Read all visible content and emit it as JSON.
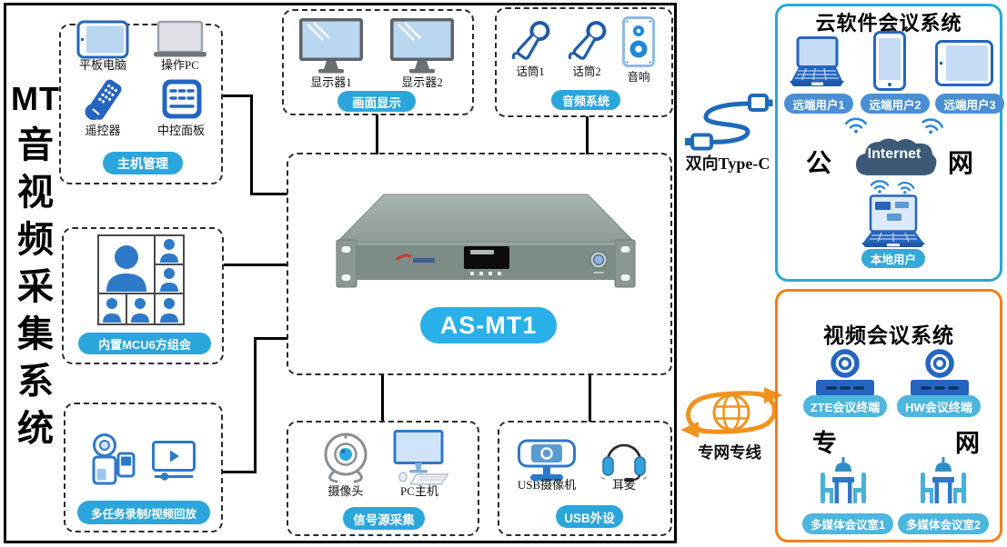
{
  "main": {
    "system_title_prefix": "MT",
    "system_title_chars": [
      "音",
      "视",
      "频",
      "采",
      "集",
      "系",
      "统"
    ],
    "host_group": {
      "badge": "主机管理",
      "tablet": "平板电脑",
      "pc": "操作PC",
      "remote": "遥控器",
      "panel": "中控面板"
    },
    "mcu_group": {
      "badge": "内置MCU6方组会"
    },
    "record_group": {
      "badge": "多任务录制/视频回放"
    },
    "display_group": {
      "badge": "画面显示",
      "monitor1": "显示器1",
      "monitor2": "显示器2"
    },
    "audio_group": {
      "badge": "音频系统",
      "mic1": "话筒1",
      "mic2": "话筒2",
      "speaker": "音响"
    },
    "device_group": {
      "badge": "AS-MT1"
    },
    "signal_group": {
      "badge": "信号源采集",
      "webcam": "摄像头",
      "pc": "PC主机"
    },
    "usb_group": {
      "badge": "USB外设",
      "camera": "USB摄像机",
      "headset": "耳麦"
    }
  },
  "links": {
    "typec": {
      "label": "双向Type-C"
    },
    "private_line": {
      "label": "专网专线"
    }
  },
  "cloud_panel": {
    "title": "云软件会议系统",
    "remote_user1": "远端用户1",
    "remote_user2": "远端用户2",
    "remote_user3": "远端用户3",
    "public_net_left": "公",
    "public_net_right": "网",
    "internet_label": "Internet",
    "local_user": "本地用户"
  },
  "video_panel": {
    "title": "视频会议系统",
    "terminal1": "ZTE会议终端",
    "terminal2": "HW会议终端",
    "private_net_left": "专",
    "private_net_right": "网",
    "room1": "多媒体会议室1",
    "room2": "多媒体会议室2"
  },
  "colors": {
    "badge_cyan": "#2ba6dc",
    "badge_blue": "#4a8fd4",
    "badge_light_cyan": "#4cb6de",
    "icon_blue": "#2565c0",
    "icon_steel_blue": "#2e78c8",
    "cloud_panel_border": "#29a8d8",
    "video_panel_border": "#f08018",
    "internet_cloud_fill": "#3c5a78",
    "orange_accent": "#f0931e",
    "device_gray": "#8a9793"
  }
}
